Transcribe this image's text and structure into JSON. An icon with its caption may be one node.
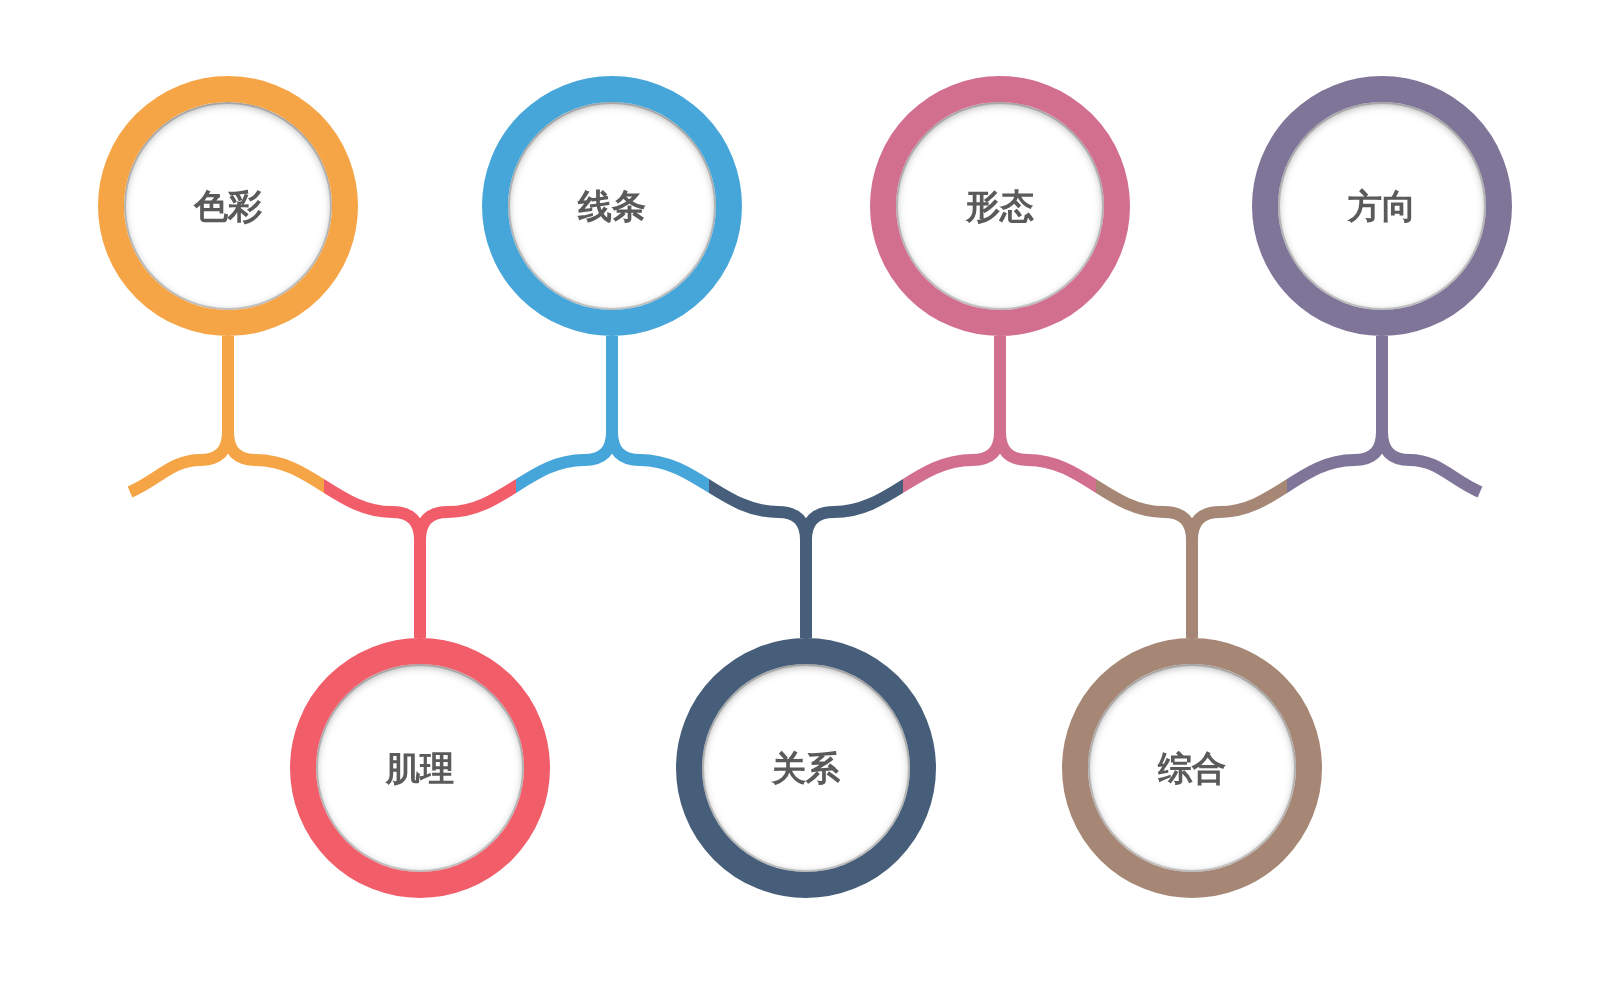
{
  "diagram": {
    "nodes": [
      {
        "text": [
          "色彩"
        ]
      },
      {
        "text": [
          "肌理"
        ]
      },
      {
        "text": [
          "线条"
        ]
      },
      {
        "text": [
          "关系"
        ]
      },
      {
        "text": [
          "形态"
        ]
      },
      {
        "text": [
          "综合"
        ]
      },
      {
        "text": [
          "方向"
        ]
      }
    ],
    "edges": [
      {
        "from": null,
        "to": 0,
        "arrow": "none"
      },
      {
        "from": 0,
        "to": 1,
        "arrow": "none"
      },
      {
        "from": 1,
        "to": 2,
        "arrow": "none"
      },
      {
        "from": 2,
        "to": 3,
        "arrow": "none"
      },
      {
        "from": 3,
        "to": 4,
        "arrow": "none"
      },
      {
        "from": 4,
        "to": 5,
        "arrow": "none"
      },
      {
        "from": 5,
        "to": 6,
        "arrow": "none"
      },
      {
        "from": 6,
        "to": null,
        "arrow": "none"
      }
    ]
  }
}
